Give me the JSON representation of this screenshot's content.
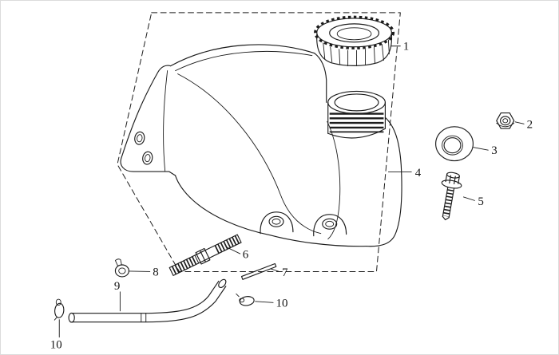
{
  "diagram": {
    "background_color": "#ffffff",
    "line_color": "#1c1c1c",
    "label_color": "#151515",
    "labels": [
      "1",
      "2",
      "3",
      "4",
      "5",
      "6",
      "7",
      "8",
      "9",
      "10",
      "10"
    ]
  }
}
